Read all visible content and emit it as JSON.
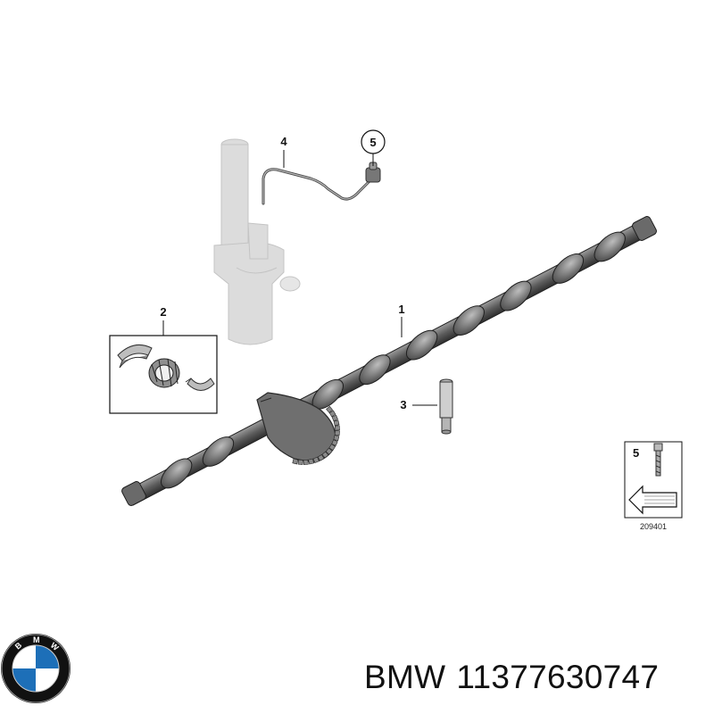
{
  "callouts": {
    "camshaft": "1",
    "bearing_kit": "2",
    "pin": "3",
    "line": "4",
    "screw": "5"
  },
  "legend": {
    "number": "5",
    "code": "209401"
  },
  "caption": {
    "brand": "BMW",
    "part_number": "11377630747"
  },
  "logo": {
    "letters": "BMW",
    "colors": {
      "ring": "#111111",
      "blue": "#1d6fb8",
      "white": "#ffffff"
    }
  }
}
